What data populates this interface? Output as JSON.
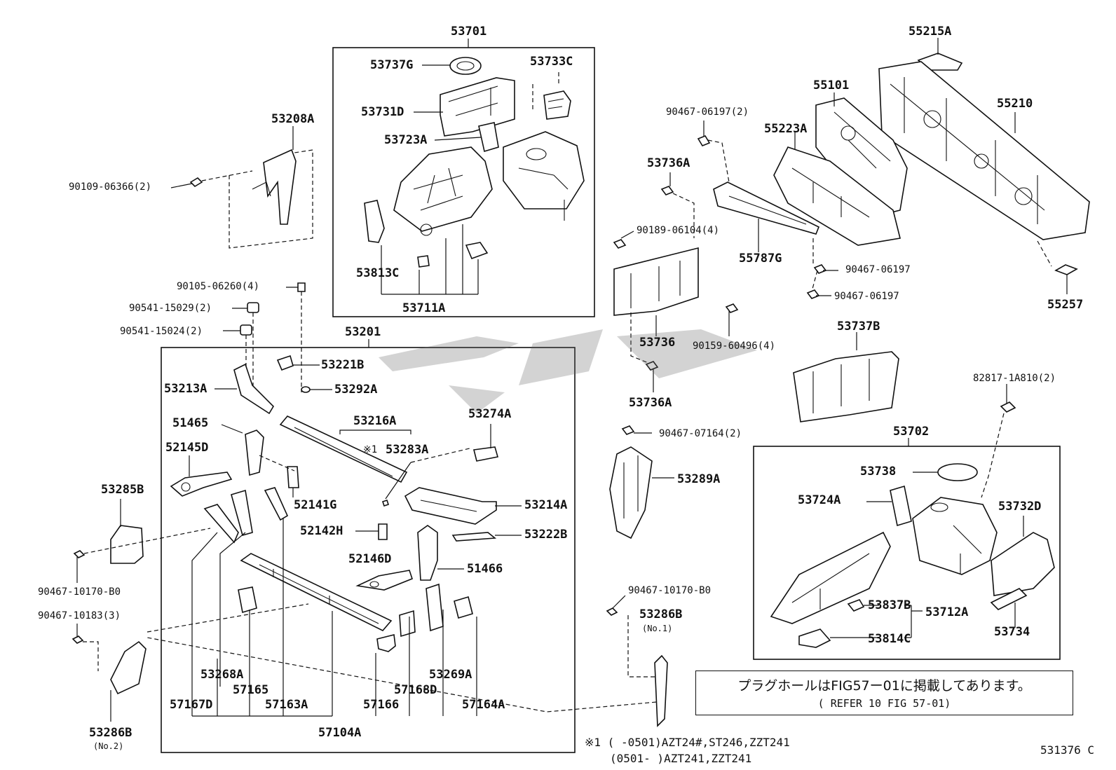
{
  "labels": {
    "l53701": "53701",
    "l53737G": "53737G",
    "l53733C": "53733C",
    "l53731D": "53731D",
    "l53723A": "53723A",
    "l53813C": "53813C",
    "l53711A": "53711A",
    "l53208A": "53208A",
    "l9010906366": "90109-06366(2)",
    "l9010506260": "90105-06260(4)",
    "l9054115029": "90541-15029(2)",
    "l9054115024": "90541-15024(2)",
    "l53201": "53201",
    "l53221B": "53221B",
    "l53292A": "53292A",
    "l53213A": "53213A",
    "l51465": "51465",
    "l53216A": "53216A",
    "l53274A": "53274A",
    "l53283A": "53283A",
    "l52145D": "52145D",
    "l53285B": "53285B",
    "l52141G": "52141G",
    "l53214A": "53214A",
    "l52142H": "52142H",
    "l53222B": "53222B",
    "l52146D": "52146D",
    "l51466": "51466",
    "l9046710170B0a": "90467-10170-B0",
    "l9046710183": "90467-10183(3)",
    "l53268A": "53268A",
    "l57165": "57165",
    "l53269A": "53269A",
    "l57167D": "57167D",
    "l57163A": "57163A",
    "l57166": "57166",
    "l57168D": "57168D",
    "l57164A": "57164A",
    "l57104A": "57104A",
    "l53286B": "53286B",
    "l53286Bno2": "(No.2)",
    "l55215A": "55215A",
    "l55101": "55101",
    "l55210": "55210",
    "l9046706197_2": "90467-06197(2)",
    "l55223A": "55223A",
    "l53736A_top": "53736A",
    "l9018906104": "90189-06104(4)",
    "l55787G": "55787G",
    "l9046706197a": "90467-06197",
    "l9046706197b": "90467-06197",
    "l55257": "55257",
    "l53736": "53736",
    "l9015960496": "90159-60496(4)",
    "l53736A_bot": "53736A",
    "l53737B": "53737B",
    "l828171A810": "82817-1A810(2)",
    "l9046707164": "90467-07164(2)",
    "l53289A": "53289A",
    "l53702": "53702",
    "l53738": "53738",
    "l53724A": "53724A",
    "l53732D": "53732D",
    "l53837B": "53837B",
    "l53712A": "53712A",
    "l53814C": "53814C",
    "l53734": "53734",
    "l9046710170B0b": "90467-10170-B0",
    "l53286Bright": "53286B",
    "l53286Bno1": "(No.1)"
  },
  "note": {
    "japanese": "プラグホールはFIG57ー01に掲載してあります。",
    "english": "( REFER 10 FIG 57-01)"
  },
  "footnote": {
    "mark": "※1",
    "line1": "※1 (     -0501)AZT24#,ST246,ZZT241",
    "line2": "(0501-     )AZT241,ZZT241"
  },
  "figure_code": "531376 C"
}
